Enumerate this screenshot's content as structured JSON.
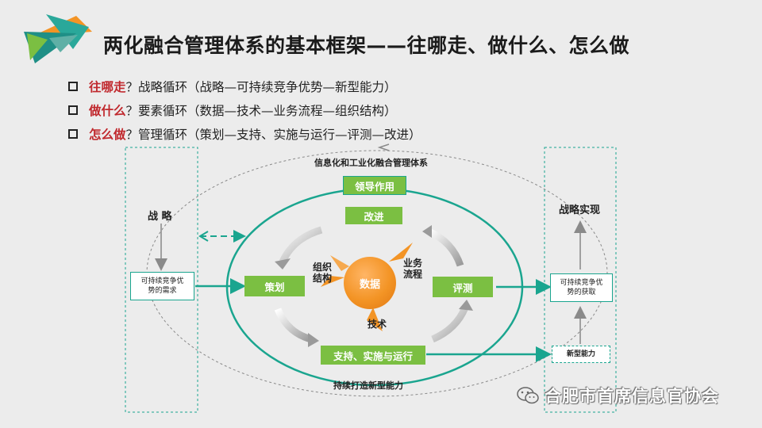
{
  "title": "两化融合管理体系的基本框架——往哪走、做什么、怎么做",
  "bullets": [
    {
      "keyword": "往哪走",
      "rest": "？战略循环（战略—可持续竞争优势—新型能力）"
    },
    {
      "keyword": "做什么",
      "rest": "？要素循环（数据—技术—业务流程—组织结构）"
    },
    {
      "keyword": "怎么做",
      "rest": "？管理循环（策划—支持、实施与运行—评测—改进）"
    }
  ],
  "diagram": {
    "outer_label": "信息化和工业化融合管理体系",
    "left_panel": {
      "title": "战 略",
      "box": "可持续竞争优势的需求"
    },
    "right_panel": {
      "title": "战略实现",
      "box": "可持续竞争优势的获取",
      "bottom_box": "新型能力"
    },
    "boxes": {
      "leadership": "领导作用",
      "improve": "改进",
      "plan": "策划",
      "evaluate": "评测",
      "support": "支持、实施与运行"
    },
    "center": "数据",
    "elements": {
      "org": "组织结构",
      "business": "业务流程",
      "tech": "技术"
    },
    "bottom_label": "持续打造新型能力"
  },
  "watermark": "合肥市首席信息官协会",
  "colors": {
    "teal": "#1aa58f",
    "green": "#7bbf42",
    "orange": "#f39425",
    "red": "#c0282d"
  },
  "icons": [
    "logo-triangles",
    "wechat-icon"
  ]
}
